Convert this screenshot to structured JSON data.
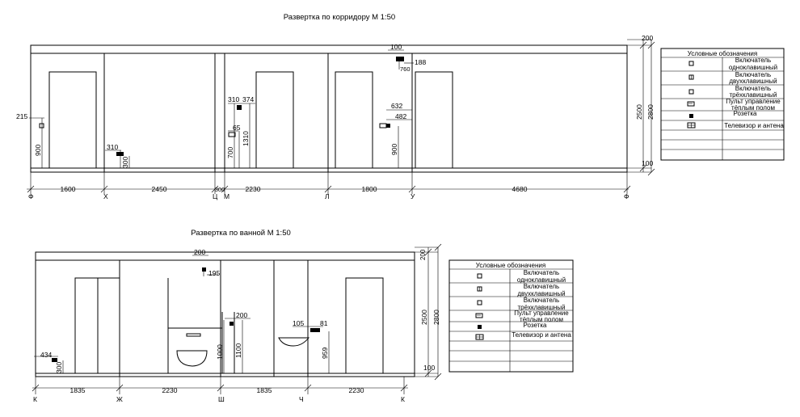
{
  "corridor": {
    "title": "Развертка по корридору М 1:50",
    "axes": [
      "Ф",
      "Х",
      "Ц",
      "М",
      "Л",
      "У",
      "Ф"
    ],
    "spans": [
      "1600",
      "2450",
      "300",
      "2230",
      "1800",
      "4680"
    ],
    "heights": {
      "top": "200",
      "total": "2500",
      "full": "2800",
      "bottom": "100"
    },
    "dims": {
      "d215": "215",
      "d900a": "900",
      "d310": "310",
      "d300": "300",
      "d310b": "310",
      "d374": "374",
      "d65": "65",
      "d700": "700",
      "d1310": "1310",
      "d100": "100",
      "d188": "188",
      "d760": "760",
      "d632": "632",
      "d482": "482",
      "d900b": "900"
    }
  },
  "bath": {
    "title": "Развертка по ванной М 1:50",
    "axes": [
      "К",
      "Ж",
      "Ш",
      "Ч",
      "К"
    ],
    "spans": [
      "1835",
      "2230",
      "1835",
      "2230"
    ],
    "heights": {
      "top": "200",
      "total": "2500",
      "full": "2800",
      "bottom": "100"
    },
    "dims": {
      "d434": "434",
      "d300": "300",
      "d200a": "200",
      "d195": "195",
      "d200b": "200",
      "d1000": "1000",
      "d1100": "1100",
      "d105": "105",
      "d81": "81",
      "d959": "959"
    }
  },
  "legend1": {
    "header": "Условные обозначения",
    "rows": [
      {
        "icon": "single-switch-icon",
        "l1": "Включатель",
        "l2": "одноклавишный"
      },
      {
        "icon": "double-switch-icon",
        "l1": "Включатель",
        "l2": "двухклавишный"
      },
      {
        "icon": "triple-switch-icon",
        "l1": "Включатель",
        "l2": "трёхклавишный"
      },
      {
        "icon": "floor-heating-panel-icon",
        "l1": "Пульт управление",
        "l2": "тёплым полом"
      },
      {
        "icon": "socket-icon",
        "l1": "Розетка",
        "l2": ""
      },
      {
        "icon": "tv-antenna-icon",
        "l1": "Телевизор и антена",
        "l2": ""
      }
    ]
  },
  "legend2": {
    "header": "Условные обозначения",
    "rows": [
      {
        "icon": "single-switch-icon",
        "l1": "Включатель",
        "l2": "одноклавишный"
      },
      {
        "icon": "double-switch-icon",
        "l1": "Включатель",
        "l2": "двухклавишный"
      },
      {
        "icon": "triple-switch-icon",
        "l1": "Включатель",
        "l2": "трёхклавишный"
      },
      {
        "icon": "floor-heating-panel-icon",
        "l1": "Пульт управление",
        "l2": "тёплым полом"
      },
      {
        "icon": "socket-icon",
        "l1": "Розетка",
        "l2": ""
      },
      {
        "icon": "tv-antenna-icon",
        "l1": "Телевизор и антена",
        "l2": ""
      }
    ]
  }
}
